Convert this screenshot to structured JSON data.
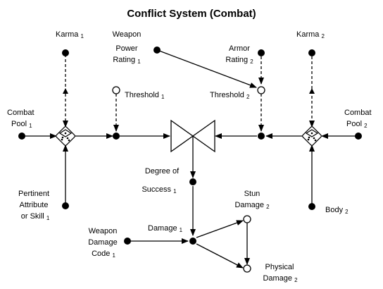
{
  "title": "Conflict System (Combat)",
  "labels": {
    "karma1": {
      "text": "Karma",
      "sub": "1"
    },
    "karma2": {
      "text": "Karma",
      "sub": "2"
    },
    "weapon_power_l1": "Weapon",
    "weapon_power_l2": "Power",
    "weapon_power_l3": {
      "text": "Rating",
      "sub": "1"
    },
    "armor_l1": "Armor",
    "armor_l2": {
      "text": "Rating",
      "sub": "2"
    },
    "threshold1": {
      "text": "Threshold",
      "sub": "1"
    },
    "threshold2": {
      "text": "Threshold",
      "sub": "2"
    },
    "combat_pool1_l1": "Combat",
    "combat_pool1_l2": {
      "text": "Pool",
      "sub": "1"
    },
    "combat_pool2_l1": "Combat",
    "combat_pool2_l2": {
      "text": "Pool",
      "sub": "2"
    },
    "degree_l1": "Degree of",
    "degree_l2": {
      "text": "Success",
      "sub": "1"
    },
    "pertinent_l1": "Pertinent",
    "pertinent_l2": "Attribute",
    "pertinent_l3": {
      "text": "or Skill",
      "sub": "1"
    },
    "body2": {
      "text": "Body",
      "sub": "2"
    },
    "stun_l1": "Stun",
    "stun_l2": {
      "text": "Damage",
      "sub": "2"
    },
    "damage1": {
      "text": "Damage",
      "sub": "1"
    },
    "weapon_damage_l1": "Weapon",
    "weapon_damage_l2": "Damage",
    "weapon_damage_l3": {
      "text": "Code",
      "sub": "1"
    },
    "physical_l1": "Physical",
    "physical_l2": {
      "text": "Damage",
      "sub": "2"
    }
  }
}
